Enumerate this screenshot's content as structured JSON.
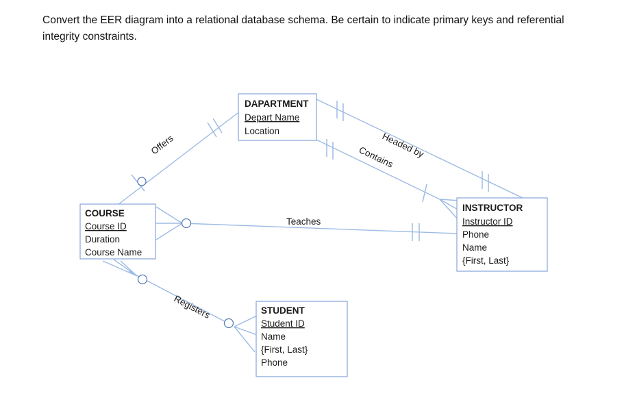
{
  "prompt": {
    "text": "Convert the EER diagram into a relational database schema. Be certain to indicate primary keys and referential integrity constraints."
  },
  "diagram": {
    "type": "eer-diagram",
    "colors": {
      "entity_border": "#8FAADC",
      "relationship_line": "#9DBBE4",
      "marker_outline": "#5B7FB5",
      "text": "#1a1a1a",
      "background": "#ffffff"
    },
    "entities": [
      {
        "id": "dapartment",
        "name": "DAPARTMENT",
        "attributes": [
          {
            "label": "Depart Name",
            "primary_key": true
          },
          {
            "label": "Location",
            "primary_key": false
          }
        ]
      },
      {
        "id": "course",
        "name": "COURSE",
        "attributes": [
          {
            "label": "Course ID",
            "primary_key": true
          },
          {
            "label": "Duration",
            "primary_key": false
          },
          {
            "label": "Course Name",
            "primary_key": false
          }
        ]
      },
      {
        "id": "instructor",
        "name": "INSTRUCTOR",
        "attributes": [
          {
            "label": "Instructor ID",
            "primary_key": true
          },
          {
            "label": "Phone",
            "primary_key": false
          },
          {
            "label": "Name",
            "primary_key": false
          },
          {
            "label": "{First, Last}",
            "primary_key": false
          }
        ]
      },
      {
        "id": "student",
        "name": "STUDENT",
        "attributes": [
          {
            "label": "Student ID",
            "primary_key": true
          },
          {
            "label": "Name",
            "primary_key": false
          },
          {
            "label": "{First, Last}",
            "primary_key": false
          },
          {
            "label": "Phone",
            "primary_key": false
          }
        ]
      }
    ],
    "relationships": [
      {
        "id": "offers",
        "label": "Offers",
        "from": "dapartment",
        "to": "course",
        "from_cardinality": "one-and-only-one",
        "to_cardinality": "zero-or-one"
      },
      {
        "id": "headed-by",
        "label": "Headed by",
        "from": "dapartment",
        "to": "instructor",
        "from_cardinality": "one-and-only-one",
        "to_cardinality": "one-and-only-one"
      },
      {
        "id": "contains",
        "label": "Contains",
        "from": "dapartment",
        "to": "instructor",
        "from_cardinality": "one-and-only-one",
        "to_cardinality": "one-or-many"
      },
      {
        "id": "teaches",
        "label": "Teaches",
        "from": "course",
        "to": "instructor",
        "from_cardinality": "zero-or-many",
        "to_cardinality": "one-and-only-one"
      },
      {
        "id": "registers",
        "label": "Registers",
        "from": "course",
        "to": "student",
        "from_cardinality": "zero-or-many",
        "to_cardinality": "zero-or-many"
      }
    ]
  }
}
